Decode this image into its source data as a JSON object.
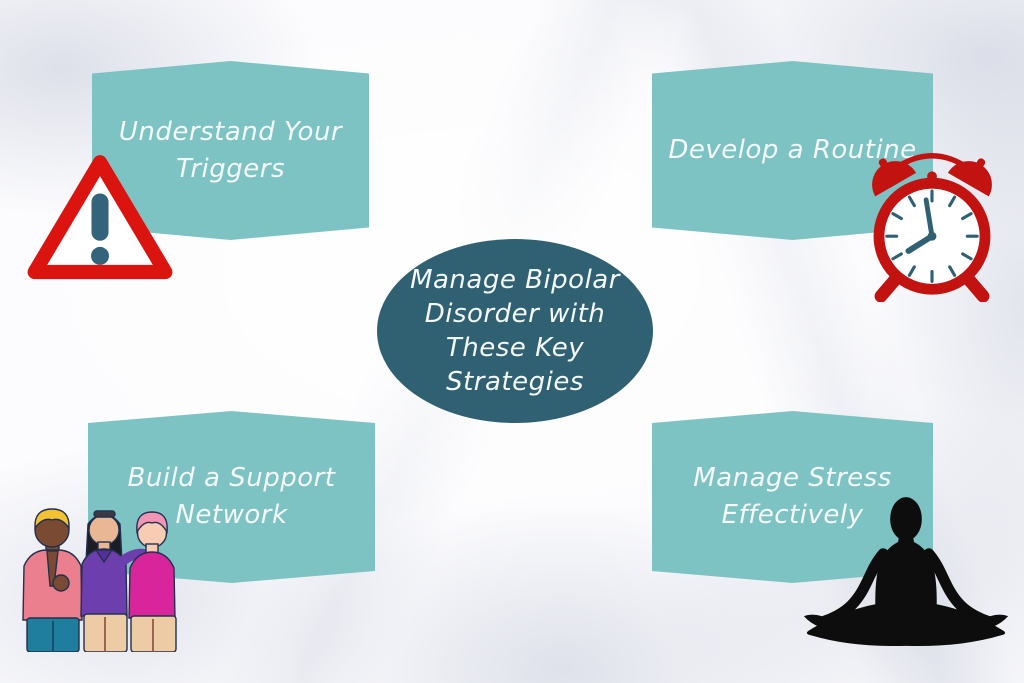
{
  "infographic": {
    "center": {
      "title": "Manage Bipolar\nDisorder with\nThese Key\nStrategies"
    },
    "strategies": [
      {
        "label": "Understand Your\nTriggers",
        "position": "top-left",
        "icon": "warning-triangle-icon"
      },
      {
        "label": "Develop a Routine",
        "position": "top-right",
        "icon": "alarm-clock-icon"
      },
      {
        "label": "Build a Support\nNetwork",
        "position": "bottom-left",
        "icon": "support-network-people-icon"
      },
      {
        "label": "Manage Stress\nEffectively",
        "position": "bottom-right",
        "icon": "meditation-silhouette-icon"
      }
    ],
    "colors": {
      "banner_teal": "#7ec3c3",
      "center_ellipse_teal": "#2f6173",
      "alert_red": "#dc1410",
      "clock_red": "#c21310",
      "text_white": "#f5f8f8",
      "silhouette_black": "#0d0d0d",
      "background_marble": "#fcfcfe"
    }
  }
}
